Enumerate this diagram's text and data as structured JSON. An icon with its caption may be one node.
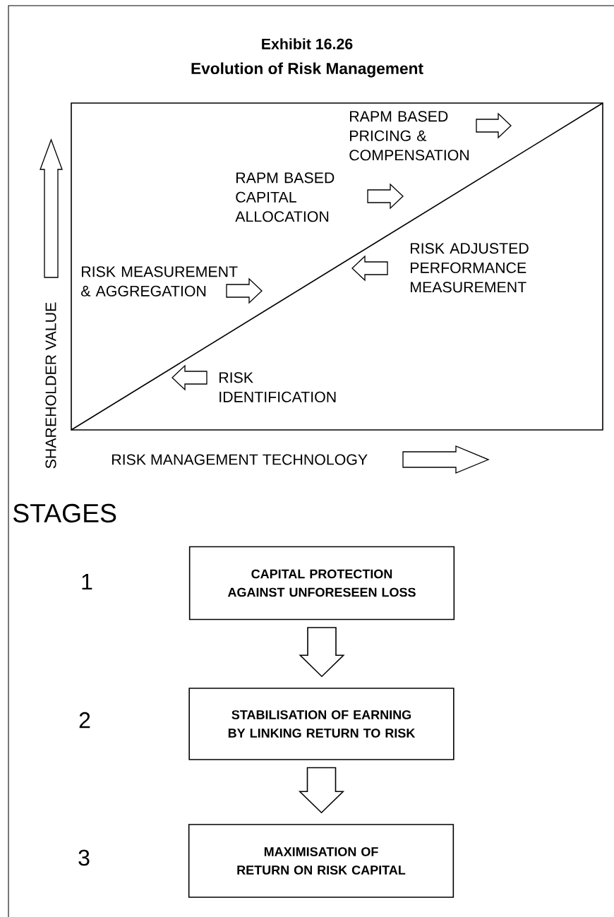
{
  "diagram": {
    "title": "Evolution of Risk Management",
    "nodes": [
      {
        "text": [
          "CAPITAL PROTECTION AGAINST UNFORESEEN LOSS"
        ]
      },
      {
        "text": [
          "STABILISATION OF EARNING BY LINKING RETURN TO RISK"
        ]
      },
      {
        "text": [
          "MAXIMISATION OF RETURN ON RISK CAPITAL"
        ]
      }
    ],
    "edges": [
      {
        "from": 0,
        "to": 1,
        "arrow": "to"
      },
      {
        "from": 1,
        "to": 2,
        "arrow": "to"
      }
    ],
    "labels": [
      "Exhibit 16.26",
      "RAPM BASED PRICING & COMPENSATION",
      "RAPM BASED CAPITAL ALLOCATION",
      "RISK ADJUSTED PERFORMANCE MEASUREMENT",
      "RISK MEASUREMENT & AGGREGATION",
      "RISK IDENTIFICATION",
      "SHAREHOLDER VALUE",
      "RISK MANAGEMENT TECHNOLOGY",
      "STAGES",
      "1",
      "2",
      "3"
    ]
  }
}
